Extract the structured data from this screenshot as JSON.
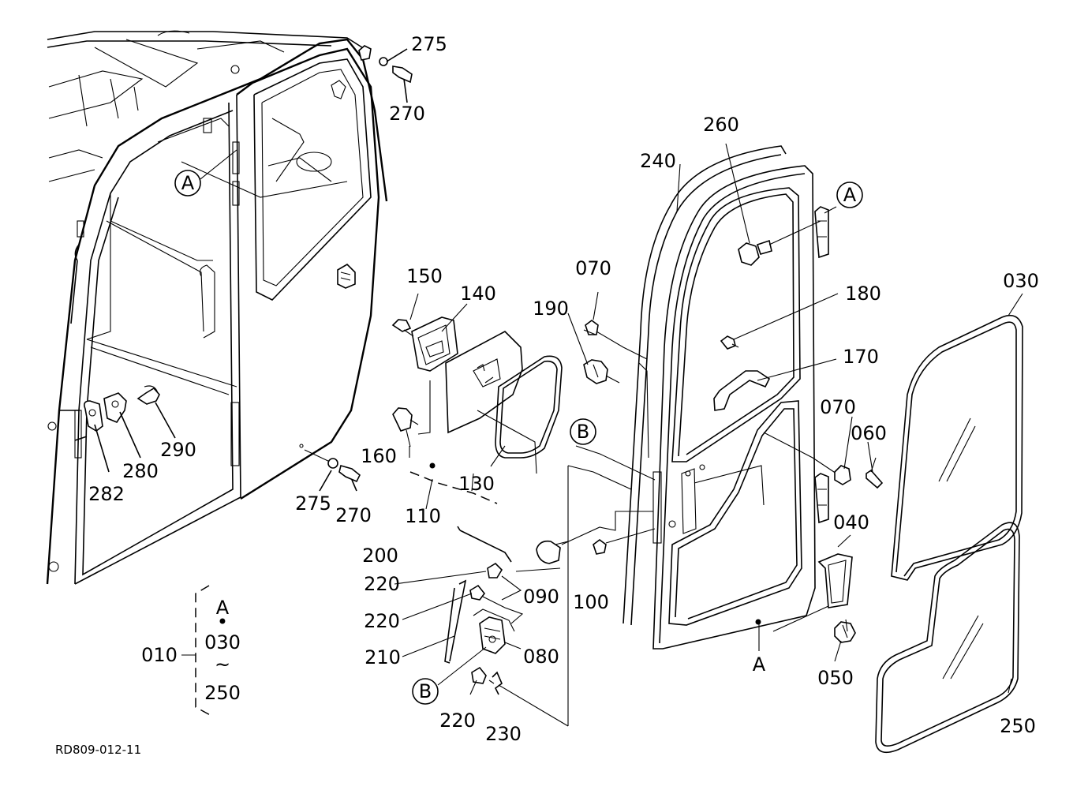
{
  "diagram_code": "RD809-012-11",
  "ref_markers": {
    "a1": "A",
    "a2": "A",
    "a3": "A",
    "a4": "A",
    "b1": "B",
    "b2": "B"
  },
  "assembly": {
    "part": "010",
    "includes_top": "A",
    "dot": "•",
    "from": "030",
    "tilde": "~",
    "to": "250"
  },
  "parts": {
    "p030": "030",
    "p040": "040",
    "p050": "050",
    "p060": "060",
    "p070a": "070",
    "p070b": "070",
    "p080": "080",
    "p090": "090",
    "p100": "100",
    "p110": "110",
    "p130": "130",
    "p140": "140",
    "p150": "150",
    "p160": "160",
    "p170": "170",
    "p180": "180",
    "p190": "190",
    "p200": "200",
    "p210": "210",
    "p220a": "220",
    "p220b": "220",
    "p220c": "220",
    "p230": "230",
    "p240": "240",
    "p250": "250",
    "p260": "260",
    "p270a": "270",
    "p270b": "270",
    "p275a": "275",
    "p275b": "275",
    "p280": "280",
    "p282": "282",
    "p290": "290"
  }
}
